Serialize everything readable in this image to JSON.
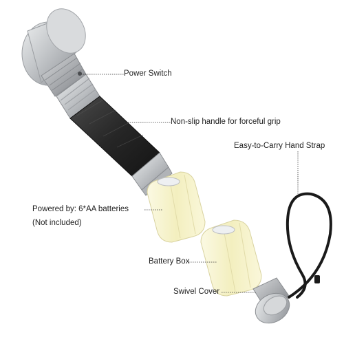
{
  "labels": {
    "power_switch": "Power Switch",
    "handle": "Non-slip handle for forceful grip",
    "strap": "Easy-to-Carry Hand Strap",
    "batteries": "Powered by: 6*AA batteries",
    "batteries_note": "(Not included)",
    "battery_box": "Battery Box",
    "swivel_cover": "Swivel Cover"
  },
  "colors": {
    "aluminum": "#c8cacc",
    "handle_rubber": "#2b2b2b",
    "battery_glow": "#f6f2c4",
    "leader_line": "#333333"
  }
}
